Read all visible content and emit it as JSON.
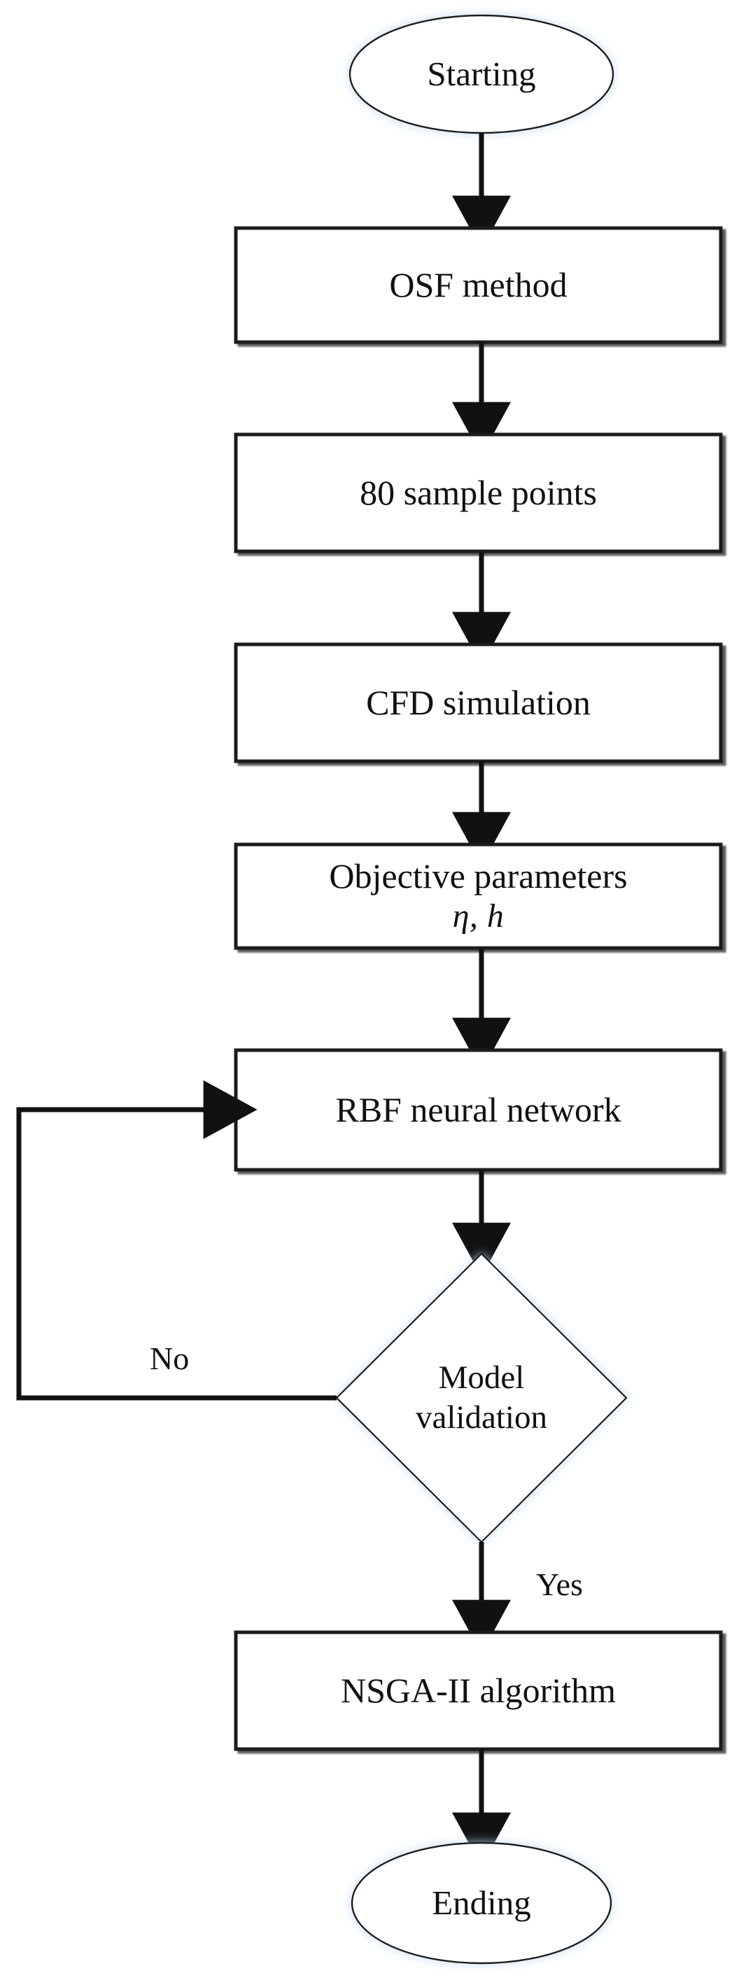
{
  "diagram": {
    "type": "flowchart",
    "orientation": "top-to-bottom",
    "background_color": "#ffffff",
    "stroke_color": "#111111",
    "fill_color": "#ffffff",
    "glow_color": "#cfe3f5",
    "nodes": [
      {
        "id": "start",
        "shape": "ellipse",
        "label": "Starting"
      },
      {
        "id": "osf",
        "shape": "rectangle",
        "label": "OSF method"
      },
      {
        "id": "samples",
        "shape": "rectangle",
        "label": "80 sample points"
      },
      {
        "id": "cfd",
        "shape": "rectangle",
        "label": "CFD simulation"
      },
      {
        "id": "objective",
        "shape": "rectangle",
        "label": "Objective parameters",
        "label_line2": "η, h"
      },
      {
        "id": "rbf",
        "shape": "rectangle",
        "label": "RBF neural network"
      },
      {
        "id": "validation",
        "shape": "diamond",
        "label_line1": "Model",
        "label_line2": "validation"
      },
      {
        "id": "nsga",
        "shape": "rectangle",
        "label": "NSGA-II algorithm"
      },
      {
        "id": "end",
        "shape": "ellipse",
        "label": "Ending"
      }
    ],
    "edges": [
      {
        "from": "start",
        "to": "osf",
        "label": ""
      },
      {
        "from": "osf",
        "to": "samples",
        "label": ""
      },
      {
        "from": "samples",
        "to": "cfd",
        "label": ""
      },
      {
        "from": "cfd",
        "to": "objective",
        "label": ""
      },
      {
        "from": "objective",
        "to": "rbf",
        "label": ""
      },
      {
        "from": "rbf",
        "to": "validation",
        "label": ""
      },
      {
        "from": "validation",
        "to": "rbf",
        "label": "No",
        "route": "feedback-left"
      },
      {
        "from": "validation",
        "to": "nsga",
        "label": "Yes"
      },
      {
        "from": "nsga",
        "to": "end",
        "label": ""
      }
    ],
    "edge_labels": {
      "no": "No",
      "yes": "Yes"
    }
  }
}
